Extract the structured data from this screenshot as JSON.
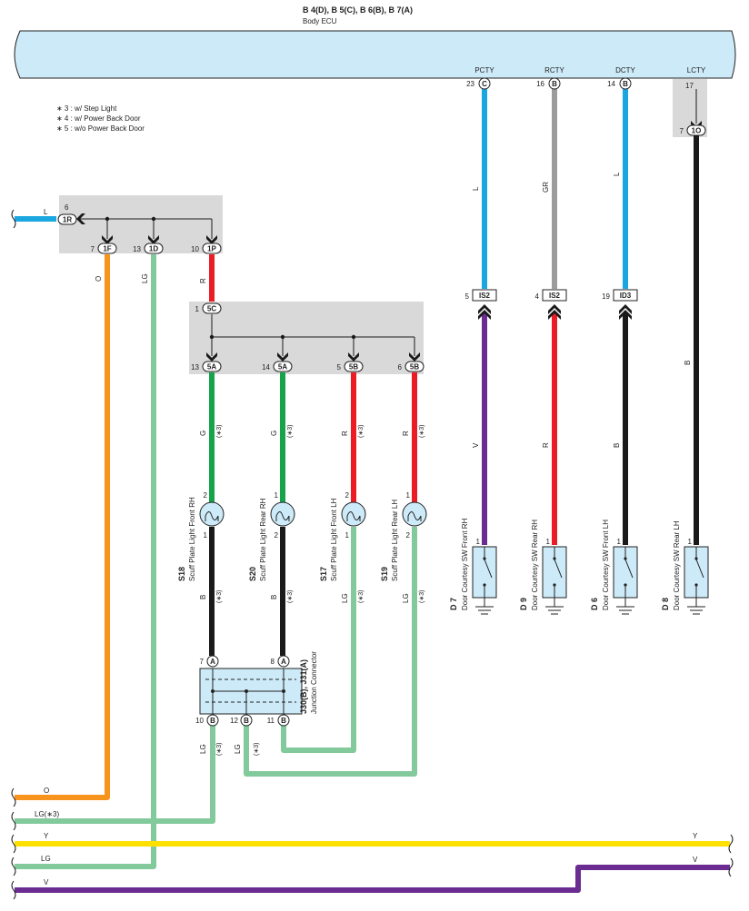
{
  "ecu": {
    "codes": "B 4(D), B 5(C), B 6(B), B 7(A)",
    "name": "Body ECU"
  },
  "ecu_pins": [
    {
      "signal": "PCTY",
      "num": "23",
      "conn": "C"
    },
    {
      "signal": "RCTY",
      "num": "16",
      "conn": "B"
    },
    {
      "signal": "DCTY",
      "num": "14",
      "conn": "B"
    },
    {
      "signal": "LCTY",
      "num": "17",
      "conn": ""
    }
  ],
  "notes": [
    "∗ 3 : w/ Step Light",
    "∗ 4 : w/ Power Back Door",
    "∗ 5 : w/o Power Back Door"
  ],
  "junction_upper": {
    "input_num": "6",
    "input_conn": "1R",
    "outputs": [
      {
        "num": "7",
        "conn": "1F"
      },
      {
        "num": "13",
        "conn": "1D"
      },
      {
        "num": "10",
        "conn": "1P"
      }
    ]
  },
  "junction_mid": {
    "input_num": "1",
    "input_conn": "5C",
    "outputs": [
      {
        "num": "13",
        "conn": "5A"
      },
      {
        "num": "14",
        "conn": "5A"
      },
      {
        "num": "5",
        "conn": "5B"
      },
      {
        "num": "6",
        "conn": "5B"
      }
    ]
  },
  "inline_connectors": [
    {
      "num": "5",
      "conn": "IS2"
    },
    {
      "num": "4",
      "conn": "IS2"
    },
    {
      "num": "19",
      "conn": "ID3"
    },
    {
      "num": "7",
      "conn": "1O"
    }
  ],
  "lights": [
    {
      "code": "S18",
      "name": "Scuff Plate Light Front RH",
      "pin_top": "2",
      "pin_bot": "1"
    },
    {
      "code": "S20",
      "name": "Scuff Plate Light Rear RH",
      "pin_top": "1",
      "pin_bot": "2"
    },
    {
      "code": "S17",
      "name": "Scuff Plate Light Front LH",
      "pin_top": "2",
      "pin_bot": "1"
    },
    {
      "code": "S19",
      "name": "Scuff Plate Light Rear LH",
      "pin_top": "1",
      "pin_bot": "2"
    }
  ],
  "switches": [
    {
      "code": "D 7",
      "name": "Door Courtesy SW Front RH",
      "pin": "1"
    },
    {
      "code": "D 9",
      "name": "Door Courtesy SW Rear RH",
      "pin": "1"
    },
    {
      "code": "D 6",
      "name": "Door Courtesy SW Front LH",
      "pin": "1"
    },
    {
      "code": "D 8",
      "name": "Door Courtesy SW Rear LH",
      "pin": "1"
    }
  ],
  "junction_conn": {
    "codes": "J30(B), J31(A)",
    "name": "Junction Connector",
    "top_pins": [
      {
        "num": "7",
        "conn": "A"
      },
      {
        "num": "8",
        "conn": "A"
      }
    ],
    "bottom_pins": [
      {
        "num": "10",
        "conn": "B"
      },
      {
        "num": "12",
        "conn": "B"
      },
      {
        "num": "11",
        "conn": "B"
      }
    ]
  },
  "wire_labels": {
    "left_L": "L",
    "w_O": "O",
    "w_LG_1D": "LG",
    "w_R_1P": "R",
    "g1": "G",
    "g2": "G",
    "r1": "R",
    "r2": "R",
    "b1": "B",
    "b2": "B",
    "lg1": "LG",
    "lg2": "LG",
    "jlg1": "LG",
    "jlg2": "LG",
    "pcty": "L",
    "rcty": "GR",
    "dcty": "L",
    "lcty": "B",
    "sw1": "V",
    "sw2": "R",
    "sw3": "B",
    "note3": "(∗3)"
  },
  "bottom_wires": [
    {
      "label": "O",
      "color": "#f7941d"
    },
    {
      "label": "LG(∗3)",
      "color": "#82c99b"
    },
    {
      "label": "Y",
      "right_label": "Y",
      "color": "#ffe000"
    },
    {
      "label": "LG",
      "color": "#82c99b"
    },
    {
      "label": "V",
      "right_label": "V",
      "color": "#6a2c91"
    }
  ],
  "colors": {
    "ecu_fill": "#cdeaf8",
    "box_fill": "#d9d9d9",
    "L": "#1aa7e0",
    "GR": "#9c9c9c",
    "B": "#1a1a1a",
    "V": "#6a2c91",
    "R": "#ec1c24",
    "G": "#16a34a",
    "LG": "#82c99b",
    "O": "#f7941d",
    "Y": "#ffe000"
  }
}
